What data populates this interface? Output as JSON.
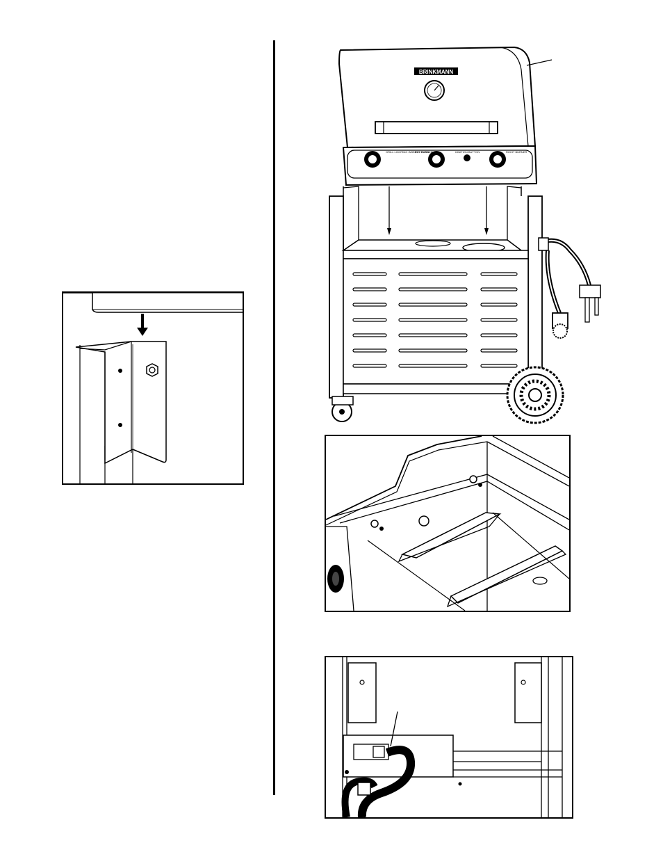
{
  "grill": {
    "brand": "BRINKMANN",
    "control_panel_text": [
      "GRILL LIGHTING INSTRUCTIONS",
      "LEFT BURNER",
      "IGNITION BUTTON",
      "RIGHT BURNER"
    ]
  },
  "icons": {
    "arrow": "down-arrow-icon",
    "nut": "hex-nut-icon",
    "wing_nut": "wing-nut-icon",
    "knob": "control-knob-icon"
  },
  "colors": {
    "line": "#000000",
    "background": "#ffffff",
    "shade": "#d9d9d9"
  }
}
